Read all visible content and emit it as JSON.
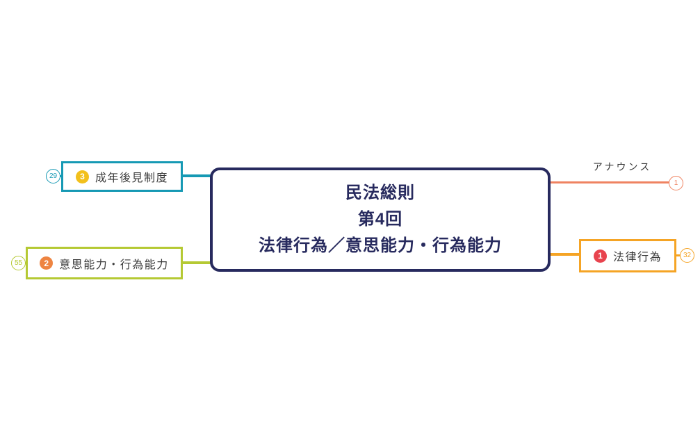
{
  "canvas": {
    "background": "#ffffff"
  },
  "colors": {
    "navy": "#272a5e",
    "teal": "#1699b4",
    "lime": "#b5c933",
    "salmon": "#ef8361",
    "amber": "#f5a425",
    "badge_yellow": "#f2c01c",
    "badge_orange": "#ee8441",
    "badge_red": "#e8434e",
    "label_text": "#3b3b3b"
  },
  "central_topic": {
    "line1": "民法総則",
    "line2": "第4回",
    "line3": "法律行為／意思能力・行為能力"
  },
  "branches": {
    "left_top": {
      "badge": "3",
      "label": "成年後見制度",
      "count": "29"
    },
    "left_bottom": {
      "badge": "2",
      "label": "意思能力・行為能力",
      "count": "55"
    },
    "right_top": {
      "label": "アナウンス",
      "count": "1"
    },
    "right_bottom": {
      "badge": "1",
      "label": "法律行為",
      "count": "32"
    }
  }
}
